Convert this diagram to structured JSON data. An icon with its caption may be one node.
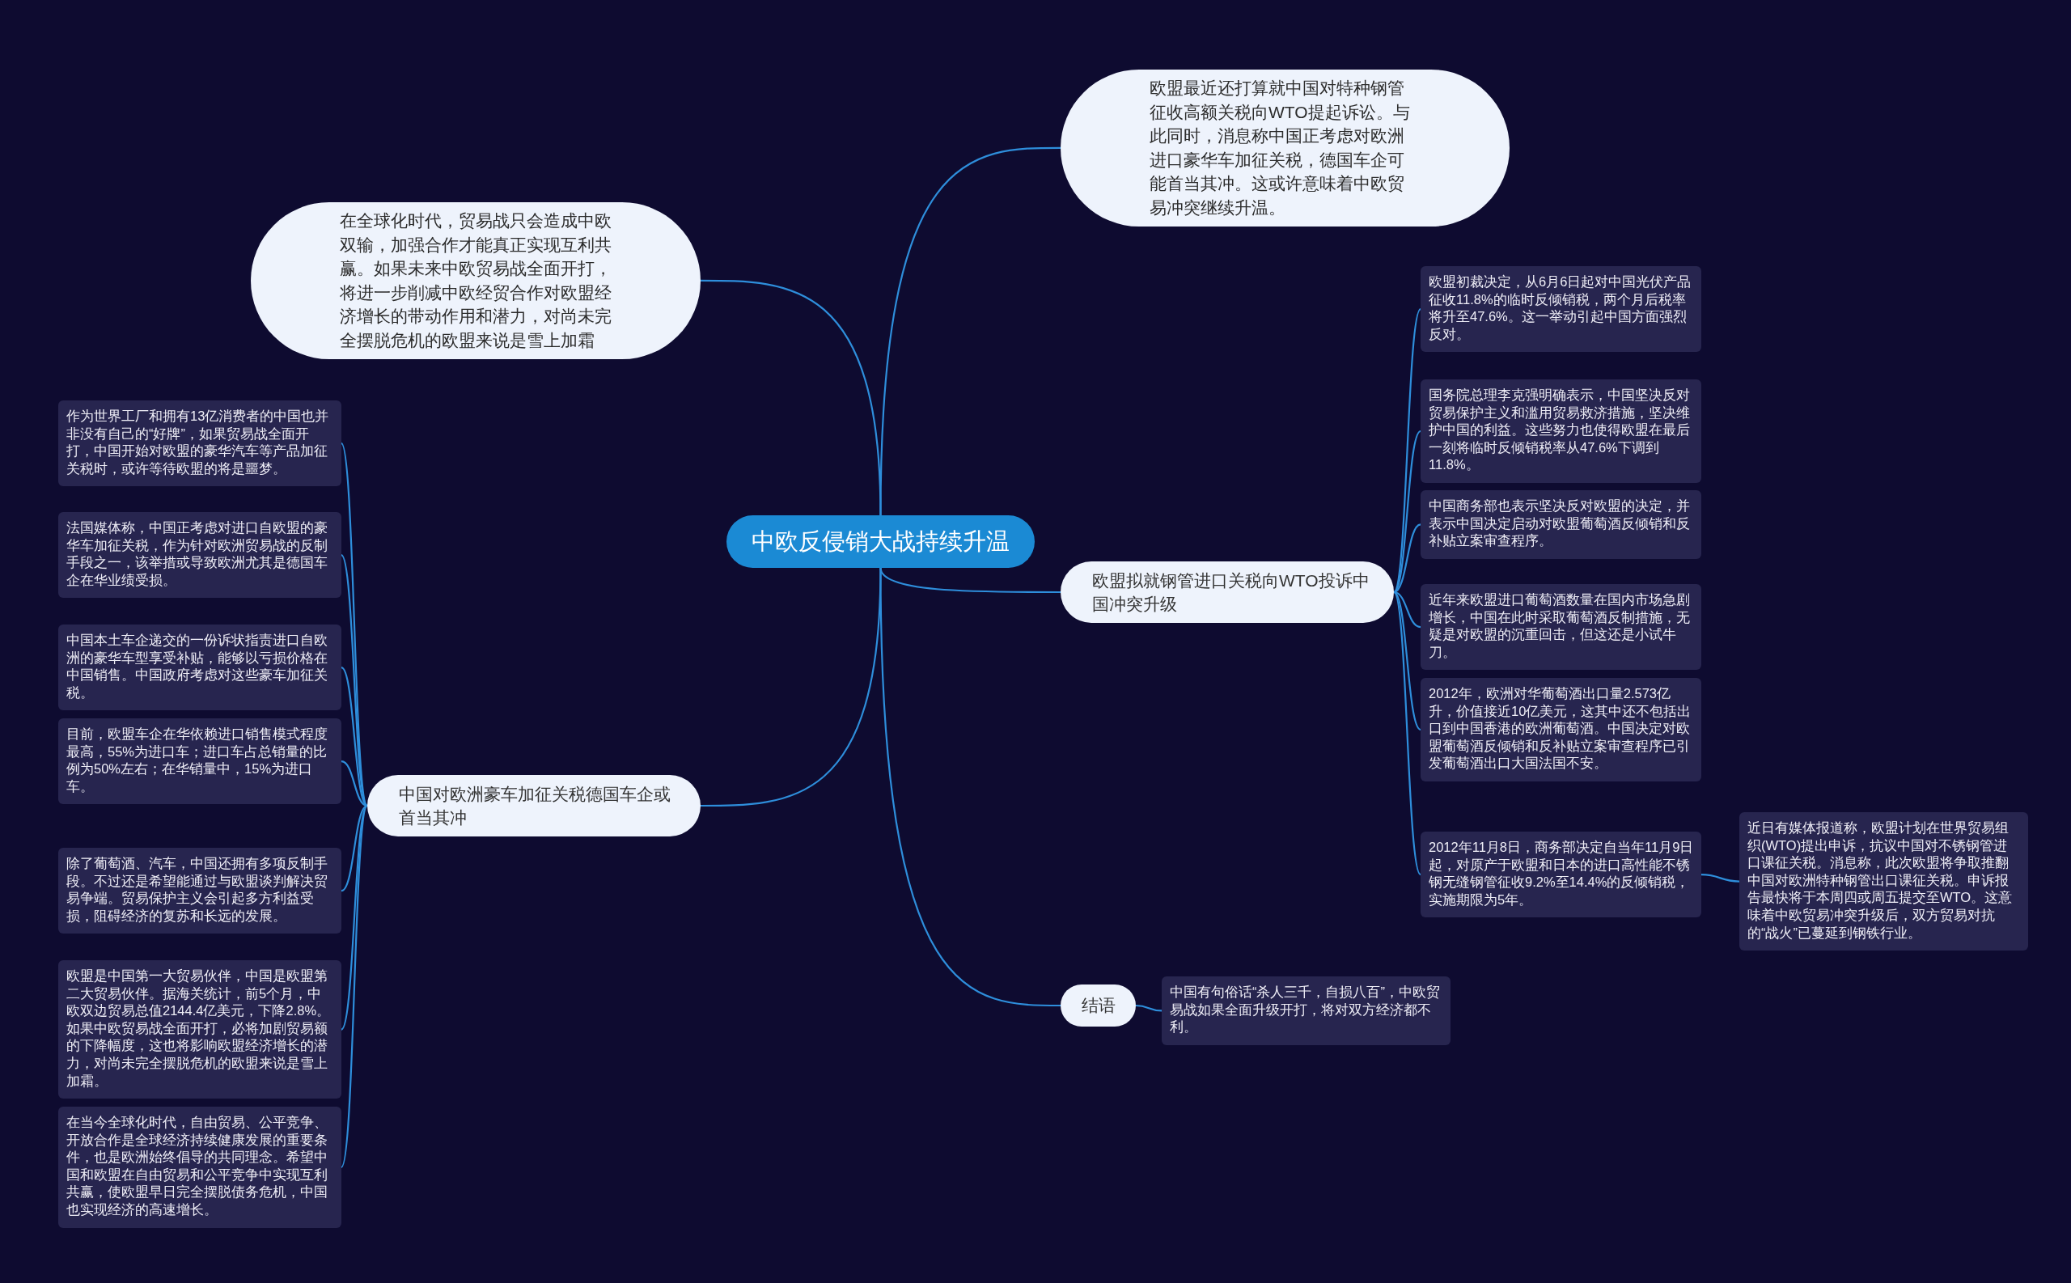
{
  "diagram": {
    "nodes": [
      {
        "text": [
          "中欧反侵销大战持续升温"
        ]
      },
      {
        "text": [
          "欧盟最近还打算就中国对特种钢管征收高额关税向WTO提起诉讼。与此同时，消息称中国正考虑对欧洲进口豪华车加征关税，德国车企可能首当其冲。这或许意味着中欧贸易冲突继续升温。"
        ]
      },
      {
        "text": [
          "欧盟拟就钢管进口关税向WTO投诉中国冲突升级"
        ]
      },
      {
        "text": [
          "欧盟初裁决定，从6月6日起对中国光伏产品征收11.8%的临时反倾销税，两个月后税率将升至47.6%。这一举动引起中国方面强烈反对。"
        ]
      },
      {
        "text": [
          "国务院总理李克强明确表示，中国坚决反对贸易保护主义和滥用贸易救济措施，坚决维护中国的利益。这些努力也使得欧盟在最后一刻将临时反倾销税率从47.6%下调到11.8%。"
        ]
      },
      {
        "text": [
          "中国商务部也表示坚决反对欧盟的决定，并表示中国决定启动对欧盟葡萄酒反倾销和反补贴立案审查程序。"
        ]
      },
      {
        "text": [
          "近年来欧盟进口葡萄酒数量在国内市场急剧增长，中国在此时采取葡萄酒反制措施，无疑是对欧盟的沉重回击，但这还是小试牛刀。"
        ]
      },
      {
        "text": [
          "2012年，欧洲对华葡萄酒出口量2.573亿升，价值接近10亿美元，这其中还不包括出口到中国香港的欧洲葡萄酒。中国决定对欧盟葡萄酒反倾销和反补贴立案审查程序已引发葡萄酒出口大国法国不安。"
        ]
      },
      {
        "text": [
          "2012年11月8日，商务部决定自当年11月9日起，对原产于欧盟和日本的进口高性能不锈钢无缝钢管征收9.2%至14.4%的反倾销税，实施期限为5年。"
        ]
      },
      {
        "text": [
          "近日有媒体报道称，欧盟计划在世界贸易组织(WTO)提出申诉，抗议中国对不锈钢管进口课征关税。消息称，此次欧盟将争取推翻中国对欧洲特种钢管出口课征关税。申诉报告最快将于本周四或周五提交至WTO。这意味着中欧贸易冲突升级后，双方贸易对抗的“战火”已蔓延到钢铁行业。"
        ]
      },
      {
        "text": [
          "结语"
        ]
      },
      {
        "text": [
          "中国有句俗话“杀人三千，自损八百”，中欧贸易战如果全面升级开打，将对双方经济都不利。"
        ]
      },
      {
        "text": [
          "在全球化时代，贸易战只会造成中欧双输，加强合作才能真正实现互利共赢。如果未来中欧贸易战全面开打，将进一步削减中欧经贸合作对欧盟经济增长的带动作用和潜力，对尚未完全摆脱危机的欧盟来说是雪上加霜"
        ]
      },
      {
        "text": [
          "中国对欧洲豪车加征关税德国车企或首当其冲"
        ]
      },
      {
        "text": [
          "作为世界工厂和拥有13亿消费者的中国也并非没有自己的“好牌”，如果贸易战全面开打，中国开始对欧盟的豪华汽车等产品加征关税时，或许等待欧盟的将是噩梦。"
        ]
      },
      {
        "text": [
          "法国媒体称，中国正考虑对进口自欧盟的豪华车加征关税，作为针对欧洲贸易战的反制手段之一，该举措或导致欧洲尤其是德国车企在华业绩受损。"
        ]
      },
      {
        "text": [
          "中国本土车企递交的一份诉状指责进口自欧洲的豪华车型享受补贴，能够以亏损价格在中国销售。中国政府考虑对这些豪车加征关税。"
        ]
      },
      {
        "text": [
          "目前，欧盟车企在华依赖进口销售模式程度最高，55%为进口车；进口车占总销量的比例为50%左右；在华销量中，15%为进口车。"
        ]
      },
      {
        "text": [
          "除了葡萄酒、汽车，中国还拥有多项反制手段。不过还是希望能通过与欧盟谈判解决贸易争端。贸易保护主义会引起多方利益受损，阻碍经济的复苏和长远的发展。"
        ]
      },
      {
        "text": [
          "欧盟是中国第一大贸易伙伴，中国是欧盟第二大贸易伙伴。据海关统计，前5个月，中欧双边贸易总值2144.4亿美元，下降2.8%。如果中欧贸易战全面开打，必将加剧贸易额的下降幅度，这也将影响欧盟经济增长的潜力，对尚未完全摆脱危机的欧盟来说是雪上加霜。"
        ]
      },
      {
        "text": [
          "在当今全球化时代，自由贸易、公平竞争、开放合作是全球经济持续健康发展的重要条件，也是欧洲始终倡导的共同理念。希望中国和欧盟在自由贸易和公平竞争中实现互利共赢，使欧盟早日完全摆脱债务危机，中国也实现经济的高速增长。"
        ]
      }
    ],
    "edges": [
      {
        "from": 0,
        "to": 1,
        "arrow": "none"
      },
      {
        "from": 0,
        "to": 2,
        "arrow": "none"
      },
      {
        "from": 2,
        "to": 3,
        "arrow": "none"
      },
      {
        "from": 2,
        "to": 4,
        "arrow": "none"
      },
      {
        "from": 2,
        "to": 5,
        "arrow": "none"
      },
      {
        "from": 2,
        "to": 6,
        "arrow": "none"
      },
      {
        "from": 2,
        "to": 7,
        "arrow": "none"
      },
      {
        "from": 2,
        "to": 8,
        "arrow": "none"
      },
      {
        "from": 8,
        "to": 9,
        "arrow": "none"
      },
      {
        "from": 0,
        "to": 10,
        "arrow": "none"
      },
      {
        "from": 10,
        "to": 11,
        "arrow": "none"
      },
      {
        "from": 0,
        "to": 12,
        "arrow": "none"
      },
      {
        "from": 0,
        "to": 13,
        "arrow": "none"
      },
      {
        "from": 13,
        "to": 14,
        "arrow": "none"
      },
      {
        "from": 13,
        "to": 15,
        "arrow": "none"
      },
      {
        "from": 13,
        "to": 16,
        "arrow": "none"
      },
      {
        "from": 13,
        "to": 17,
        "arrow": "none"
      },
      {
        "from": 13,
        "to": 18,
        "arrow": "none"
      },
      {
        "from": 13,
        "to": 19,
        "arrow": "none"
      },
      {
        "from": 13,
        "to": 20,
        "arrow": "none"
      }
    ]
  }
}
